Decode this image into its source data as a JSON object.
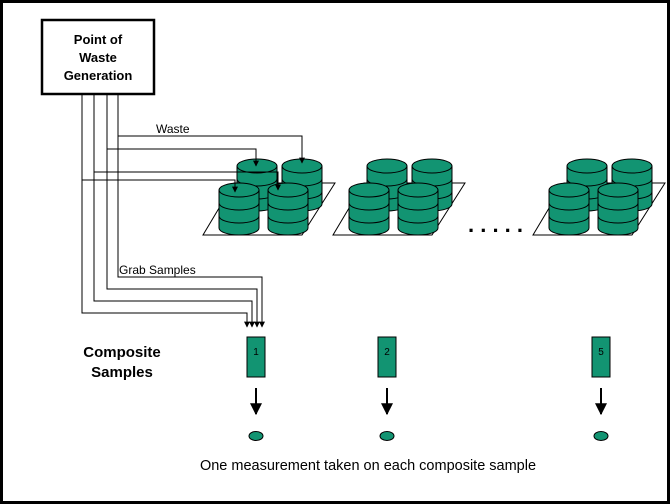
{
  "source_box": {
    "line1": "Point of",
    "line2": "Waste",
    "line3": "Generation"
  },
  "labels": {
    "waste": "Waste",
    "grab_samples": "Grab Samples",
    "composite_line1": "Composite",
    "composite_line2": "Samples",
    "ellipsis": ". . . . .",
    "footer": "One measurement taken on each composite sample"
  },
  "composite_samples": [
    "1",
    "2",
    "5"
  ],
  "colors": {
    "drum": "#129472",
    "drum_band": "#0d7a5c",
    "pallet": "#ffffff",
    "sample_fill": "#129472",
    "stroke": "#000000"
  }
}
